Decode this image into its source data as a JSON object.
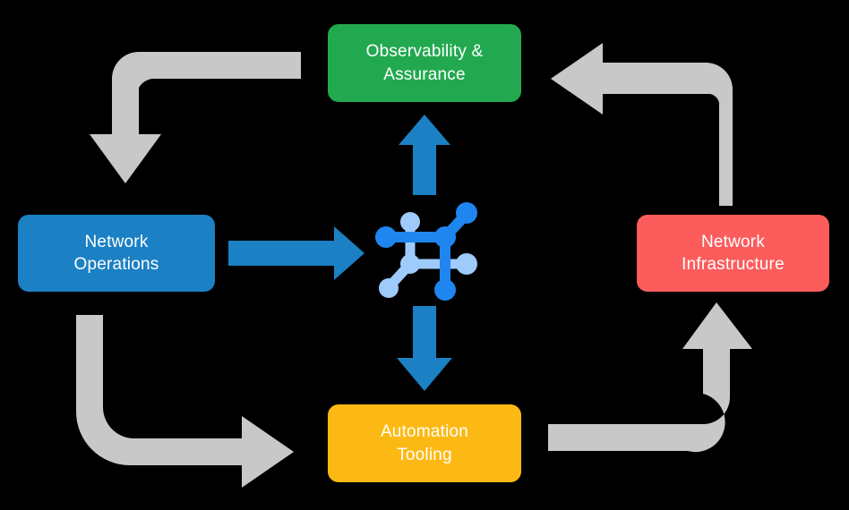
{
  "diagram": {
    "title": "Network automation lifecycle loop",
    "background_color": "#000000",
    "nodes": [
      {
        "id": "observability",
        "label": "Observability &\nAssurance",
        "color": "#22a94f",
        "text_color": "#ffffff",
        "position": "top"
      },
      {
        "id": "operations",
        "label": "Network\nOperations",
        "color": "#1b80c4",
        "text_color": "#ffffff",
        "position": "left"
      },
      {
        "id": "infrastructure",
        "label": "Network\nInfrastructure",
        "color": "#fc5c5c",
        "text_color": "#ffffff",
        "position": "right"
      },
      {
        "id": "automation",
        "label": "Automation\nTooling",
        "color": "#fdb913",
        "text_color": "#ffffff",
        "position": "bottom"
      }
    ],
    "center_icon": {
      "name": "network-topology-icon",
      "color_primary": "#1f86f0",
      "color_secondary": "#9ecbfb"
    },
    "blue_arrows": [
      {
        "id": "operations-to-center",
        "direction": "right",
        "color": "#1b80c4"
      },
      {
        "id": "center-to-observability",
        "direction": "up",
        "color": "#1b80c4"
      },
      {
        "id": "center-to-automation",
        "direction": "down",
        "color": "#1b80c4"
      }
    ],
    "gray_arrows": [
      {
        "id": "observability-to-operations",
        "direction": "left-then-down",
        "color": "#c8c8c8"
      },
      {
        "id": "operations-to-automation",
        "direction": "down-then-right",
        "color": "#c8c8c8"
      },
      {
        "id": "automation-to-infrastructure",
        "direction": "right-then-up",
        "color": "#c8c8c8"
      },
      {
        "id": "infrastructure-to-observability",
        "direction": "up-then-left",
        "color": "#c8c8c8"
      }
    ]
  }
}
